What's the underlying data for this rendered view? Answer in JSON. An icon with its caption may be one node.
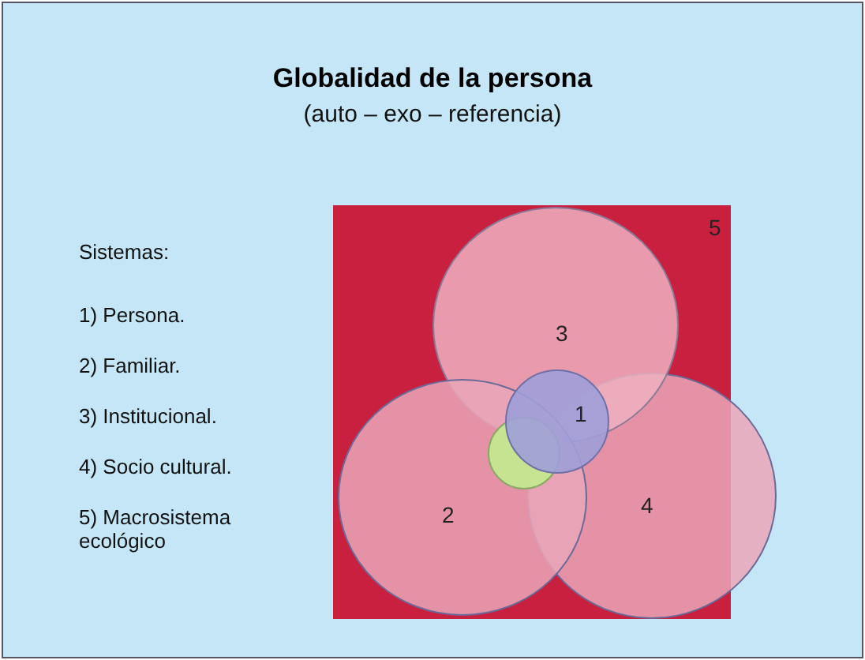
{
  "diagram": {
    "title": "Globalidad de la persona",
    "nodes": [
      {
        "text": [
          "5"
        ]
      },
      {
        "text": [
          "3"
        ],
        "in": 0
      },
      {
        "text": [
          "2"
        ],
        "in": 0
      },
      {
        "text": [
          "4"
        ]
      },
      {
        "text": [
          "1"
        ],
        "in": 0
      },
      {
        "text": [],
        "shape": "circle",
        "in": 2
      }
    ],
    "labels": [
      "(auto – exo – referencia)",
      "Sistemas:",
      "1) Persona.",
      "2) Familiar.",
      "3) Institucional.",
      "4) Socio cultural.",
      "5) Macrosistema ecológico"
    ]
  }
}
